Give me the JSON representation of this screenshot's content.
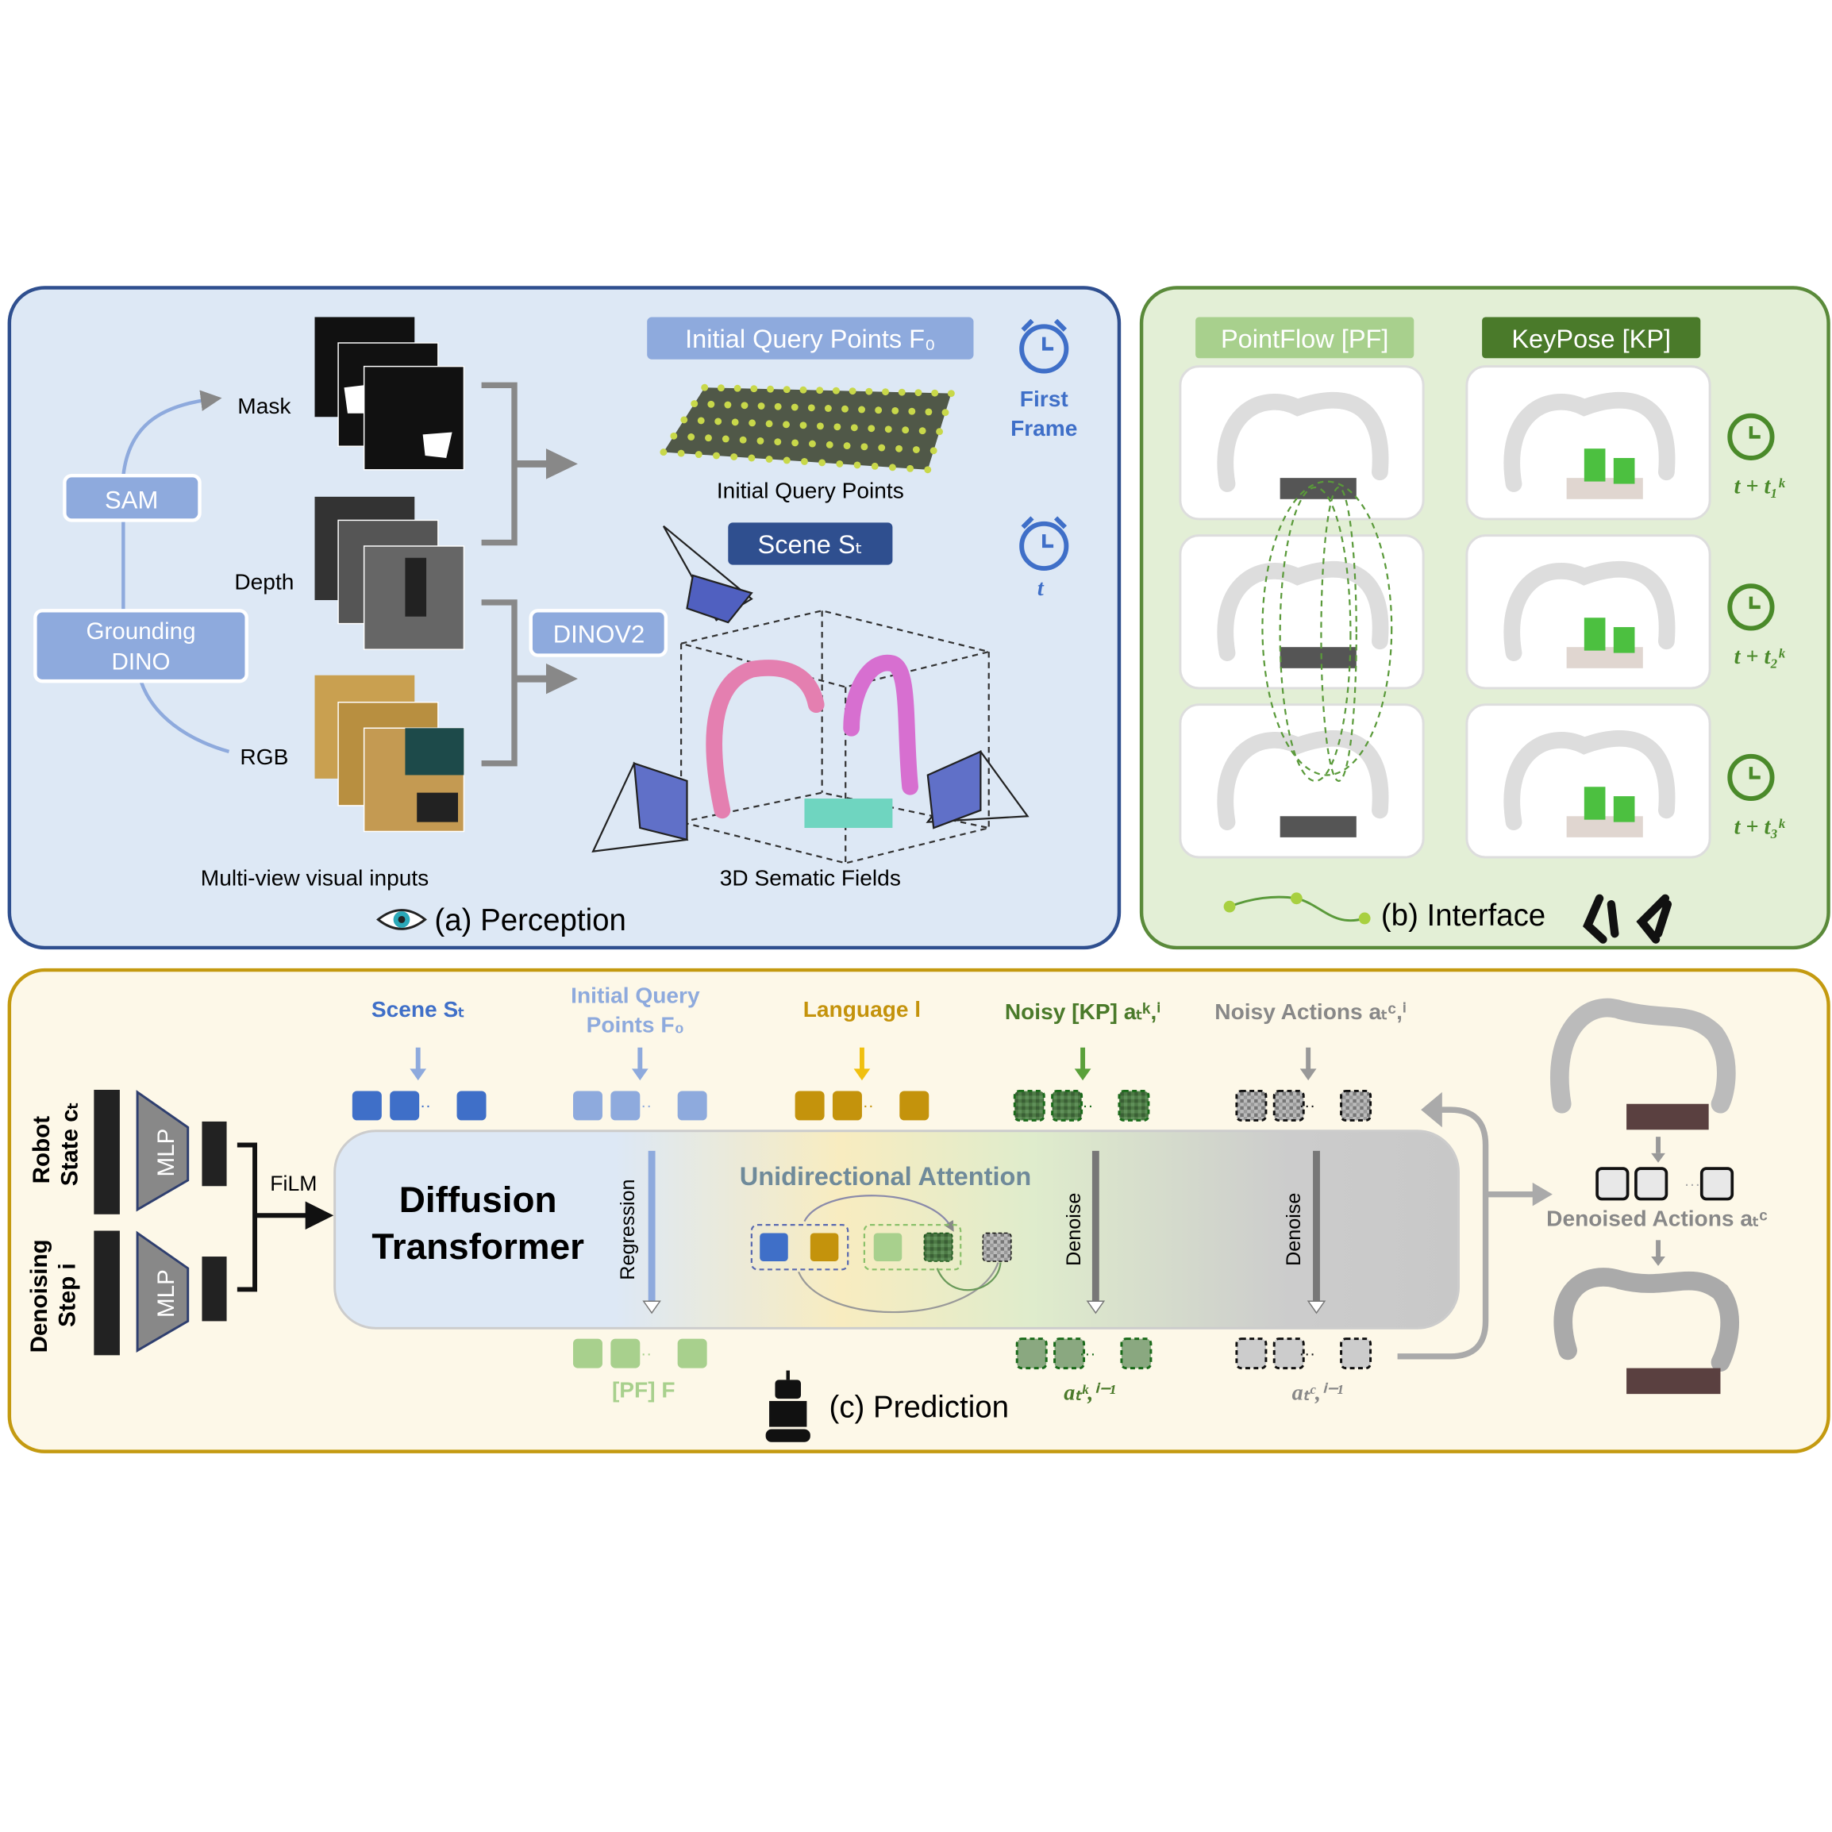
{
  "colors": {
    "perception_bg": "#dde8f5",
    "perception_border": "#2f4f8f",
    "interface_bg": "#e3efd6",
    "interface_border": "#5a8a3a",
    "prediction_bg": "#fdf8e8",
    "prediction_border": "#c49a10",
    "scene_blue": "#3f6fc8",
    "query_blue": "#8eaadd",
    "language_gold": "#c4930c",
    "kp_green": "#4a7a3a",
    "pf_green": "#a8d08d",
    "noisy_gray": "#888888"
  },
  "perception": {
    "title": "(a) Perception",
    "mask_label": "Mask",
    "depth_label": "Depth",
    "rgb_label": "RGB",
    "sam": "SAM",
    "grounding_dino_1": "Grounding",
    "grounding_dino_2": "DINO",
    "dinov2": "DINOV2",
    "multiview_caption": "Multi-view visual inputs",
    "query_header": "Initial Query Points F₀",
    "query_caption": "Initial Query Points",
    "first_frame_1": "First",
    "first_frame_2": "Frame",
    "scene_header": "Scene Sₜ",
    "t_label": "t",
    "fields_caption": "3D Sematic Fields",
    "icons": [
      "eye-icon",
      "alarm-clock-icon"
    ]
  },
  "interface": {
    "title": "(b) Interface",
    "pf_header": "PointFlow [PF]",
    "kp_header": "KeyPose [KP]",
    "times": [
      "t + t₁ᵏ",
      "t + t₂ᵏ",
      "t + t₃ᵏ"
    ],
    "icons": [
      "gripper-icon",
      "alarm-clock-icon"
    ]
  },
  "prediction": {
    "title": "(c) Prediction",
    "robot_state_1": "Robot",
    "robot_state_2": "State cₜ",
    "denoising_1": "Denoising",
    "denoising_2": "Step i",
    "mlp": "MLP",
    "film": "FiLM",
    "dit_1": "Diffusion",
    "dit_2": "Transformer",
    "regression": "Regression",
    "unidirectional": "Unidirectional Attention",
    "denoise": "Denoise",
    "inputs": {
      "scene": "Scene Sₜ",
      "query_1": "Initial Query",
      "query_2": "Points F₀",
      "language": "Language l",
      "noisy_kp": "Noisy [KP] aₜᵏ,ⁱ",
      "noisy_actions": "Noisy Actions aₜᶜ,ⁱ"
    },
    "outputs": {
      "pf": "[PF] F",
      "kp": "aₜᵏ,ⁱ⁻¹",
      "actions": "aₜᶜ,ⁱ⁻¹",
      "denoised": "Denoised Actions aₜᶜ"
    },
    "icons": [
      "robot-icon"
    ]
  }
}
